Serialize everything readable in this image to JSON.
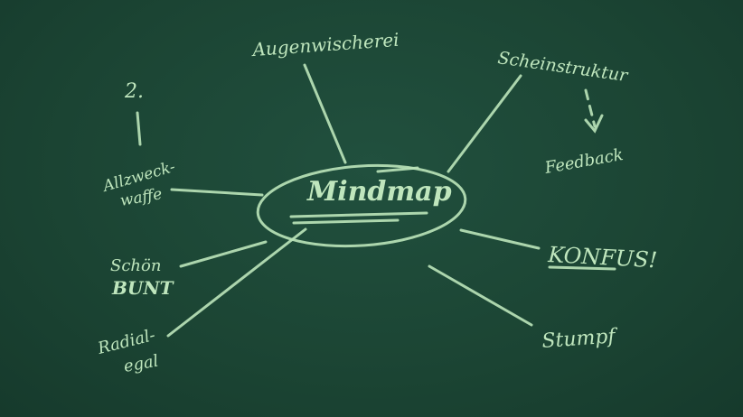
{
  "center": {
    "label": "Mindmap"
  },
  "branches": {
    "top": "Augenwischerei",
    "top_right": "Scheinstruktur",
    "feedback": "Feedback",
    "right": "KONFUS!",
    "bottom_right": "Stumpf",
    "bottom_left_1": "Radial-",
    "bottom_left_2": "egal",
    "left_mid_1": "Schön",
    "left_mid_2": "BUNT",
    "left_top_1": "Allzweck-",
    "left_top_2": "waffe",
    "number": "2.",
    "number_mark": "|"
  },
  "colors": {
    "board": "#1c4535",
    "chalk": "#bfe6bd"
  }
}
